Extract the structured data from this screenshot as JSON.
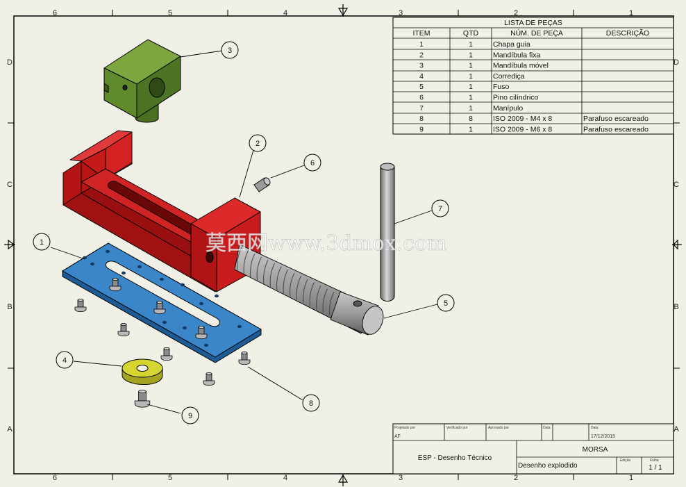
{
  "sheet": {
    "columns": [
      "6",
      "5",
      "4",
      "3",
      "2",
      "1"
    ],
    "rows": [
      "D",
      "C",
      "B",
      "A"
    ]
  },
  "bom": {
    "title": "LISTA DE PEÇAS",
    "headers": [
      "ITEM",
      "QTD",
      "NÚM. DE PEÇA",
      "DESCRIÇÃO"
    ],
    "rows": [
      {
        "item": "1",
        "qty": "1",
        "part": "Chapa guia",
        "desc": ""
      },
      {
        "item": "2",
        "qty": "1",
        "part": "Mandíbula fixa",
        "desc": ""
      },
      {
        "item": "3",
        "qty": "1",
        "part": "Mandíbula móvel",
        "desc": ""
      },
      {
        "item": "4",
        "qty": "1",
        "part": "Corrediça",
        "desc": ""
      },
      {
        "item": "5",
        "qty": "1",
        "part": "Fuso",
        "desc": ""
      },
      {
        "item": "6",
        "qty": "1",
        "part": "Pino cilíndrico",
        "desc": ""
      },
      {
        "item": "7",
        "qty": "1",
        "part": "Manípulo",
        "desc": ""
      },
      {
        "item": "8",
        "qty": "8",
        "part": "ISO 2009 - M4 x 8",
        "desc": "Parafuso escareado"
      },
      {
        "item": "9",
        "qty": "1",
        "part": "ISO 2009 - M6 x 8",
        "desc": "Parafuso escareado"
      }
    ]
  },
  "balloons": [
    "1",
    "2",
    "3",
    "4",
    "5",
    "6",
    "7",
    "8",
    "9"
  ],
  "title_block": {
    "designed_by_label": "Projetado por",
    "designed_by": "AF",
    "checked_by_label": "Verificado por",
    "approved_by_label": "Aprovado por",
    "date_label": "Data",
    "date_label2": "Data",
    "date": "17/12/2015",
    "company": "ESP - Desenho Técnico",
    "title": "MORSA",
    "subtitle": "Desenho explodido",
    "edition_label": "Edição",
    "sheet_label": "Folha",
    "sheet": "1 / 1"
  },
  "watermark": "莫西网www.3dmox.com",
  "colors": {
    "paper": "#f1f0e6",
    "jaw_fixed": "#c01818",
    "jaw_movable": "#5f8a2c",
    "guide_plate": "#2f78b8",
    "slide": "#d6d630",
    "screw": "#909090"
  }
}
